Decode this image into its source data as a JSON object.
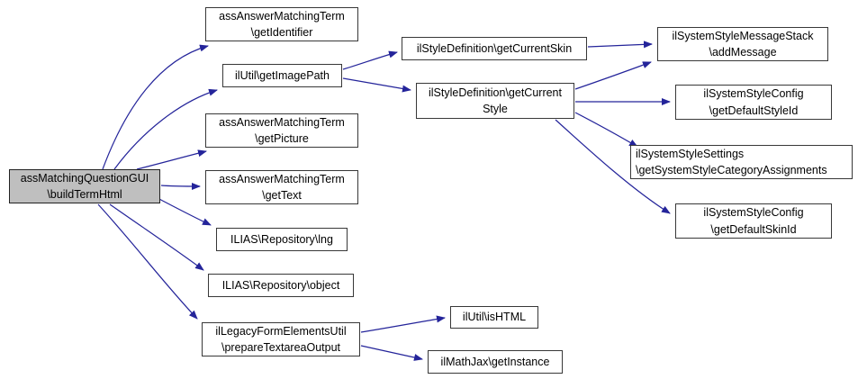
{
  "diagram": {
    "type": "call-graph",
    "background_color": "#ffffff",
    "edge_color": "#24249a",
    "root_fill_color": "#bfbfbf",
    "node_fill_color": "#ffffff",
    "node_border_color": "#383838",
    "nodes": {
      "buildTermHtml": {
        "line1": "assMatchingQuestionGUI",
        "line2": "\\buildTermHtml"
      },
      "getIdentifier": {
        "line1": "assAnswerMatchingTerm",
        "line2": "\\getIdentifier"
      },
      "getImagePath": {
        "line1": "ilUtil\\getImagePath"
      },
      "getPicture": {
        "line1": "assAnswerMatchingTerm",
        "line2": "\\getPicture"
      },
      "getText": {
        "line1": "assAnswerMatchingTerm",
        "line2": "\\getText"
      },
      "lng": {
        "line1": "ILIAS\\Repository\\lng"
      },
      "object": {
        "line1": "ILIAS\\Repository\\object"
      },
      "prepareTextareaOutput": {
        "line1": "ilLegacyFormElementsUtil",
        "line2": "\\prepareTextareaOutput"
      },
      "getCurrentSkin": {
        "line1": "ilStyleDefinition\\getCurrentSkin"
      },
      "getCurrentStyle": {
        "line1": "ilStyleDefinition\\getCurrent",
        "line2": "Style"
      },
      "isHTML": {
        "line1": "ilUtil\\isHTML"
      },
      "getInstance": {
        "line1": "ilMathJax\\getInstance"
      },
      "addMessage": {
        "line1": "ilSystemStyleMessageStack",
        "line2": "\\addMessage"
      },
      "getDefaultStyleId": {
        "line1": "ilSystemStyleConfig",
        "line2": "\\getDefaultStyleId"
      },
      "getSystemStyleCategoryAssignments": {
        "line1": "ilSystemStyleSettings",
        "line2": "\\getSystemStyleCategoryAssignments"
      },
      "getDefaultSkinId": {
        "line1": "ilSystemStyleConfig",
        "line2": "\\getDefaultSkinId"
      }
    },
    "edges": [
      {
        "from": "buildTermHtml",
        "to": "getIdentifier"
      },
      {
        "from": "buildTermHtml",
        "to": "getImagePath"
      },
      {
        "from": "buildTermHtml",
        "to": "getPicture"
      },
      {
        "from": "buildTermHtml",
        "to": "getText"
      },
      {
        "from": "buildTermHtml",
        "to": "lng"
      },
      {
        "from": "buildTermHtml",
        "to": "object"
      },
      {
        "from": "buildTermHtml",
        "to": "prepareTextareaOutput"
      },
      {
        "from": "getImagePath",
        "to": "getCurrentSkin"
      },
      {
        "from": "getImagePath",
        "to": "getCurrentStyle"
      },
      {
        "from": "getCurrentSkin",
        "to": "addMessage"
      },
      {
        "from": "getCurrentStyle",
        "to": "addMessage"
      },
      {
        "from": "getCurrentStyle",
        "to": "getDefaultStyleId"
      },
      {
        "from": "getCurrentStyle",
        "to": "getSystemStyleCategoryAssignments"
      },
      {
        "from": "getCurrentStyle",
        "to": "getDefaultSkinId"
      },
      {
        "from": "prepareTextareaOutput",
        "to": "isHTML"
      },
      {
        "from": "prepareTextareaOutput",
        "to": "getInstance"
      }
    ]
  }
}
